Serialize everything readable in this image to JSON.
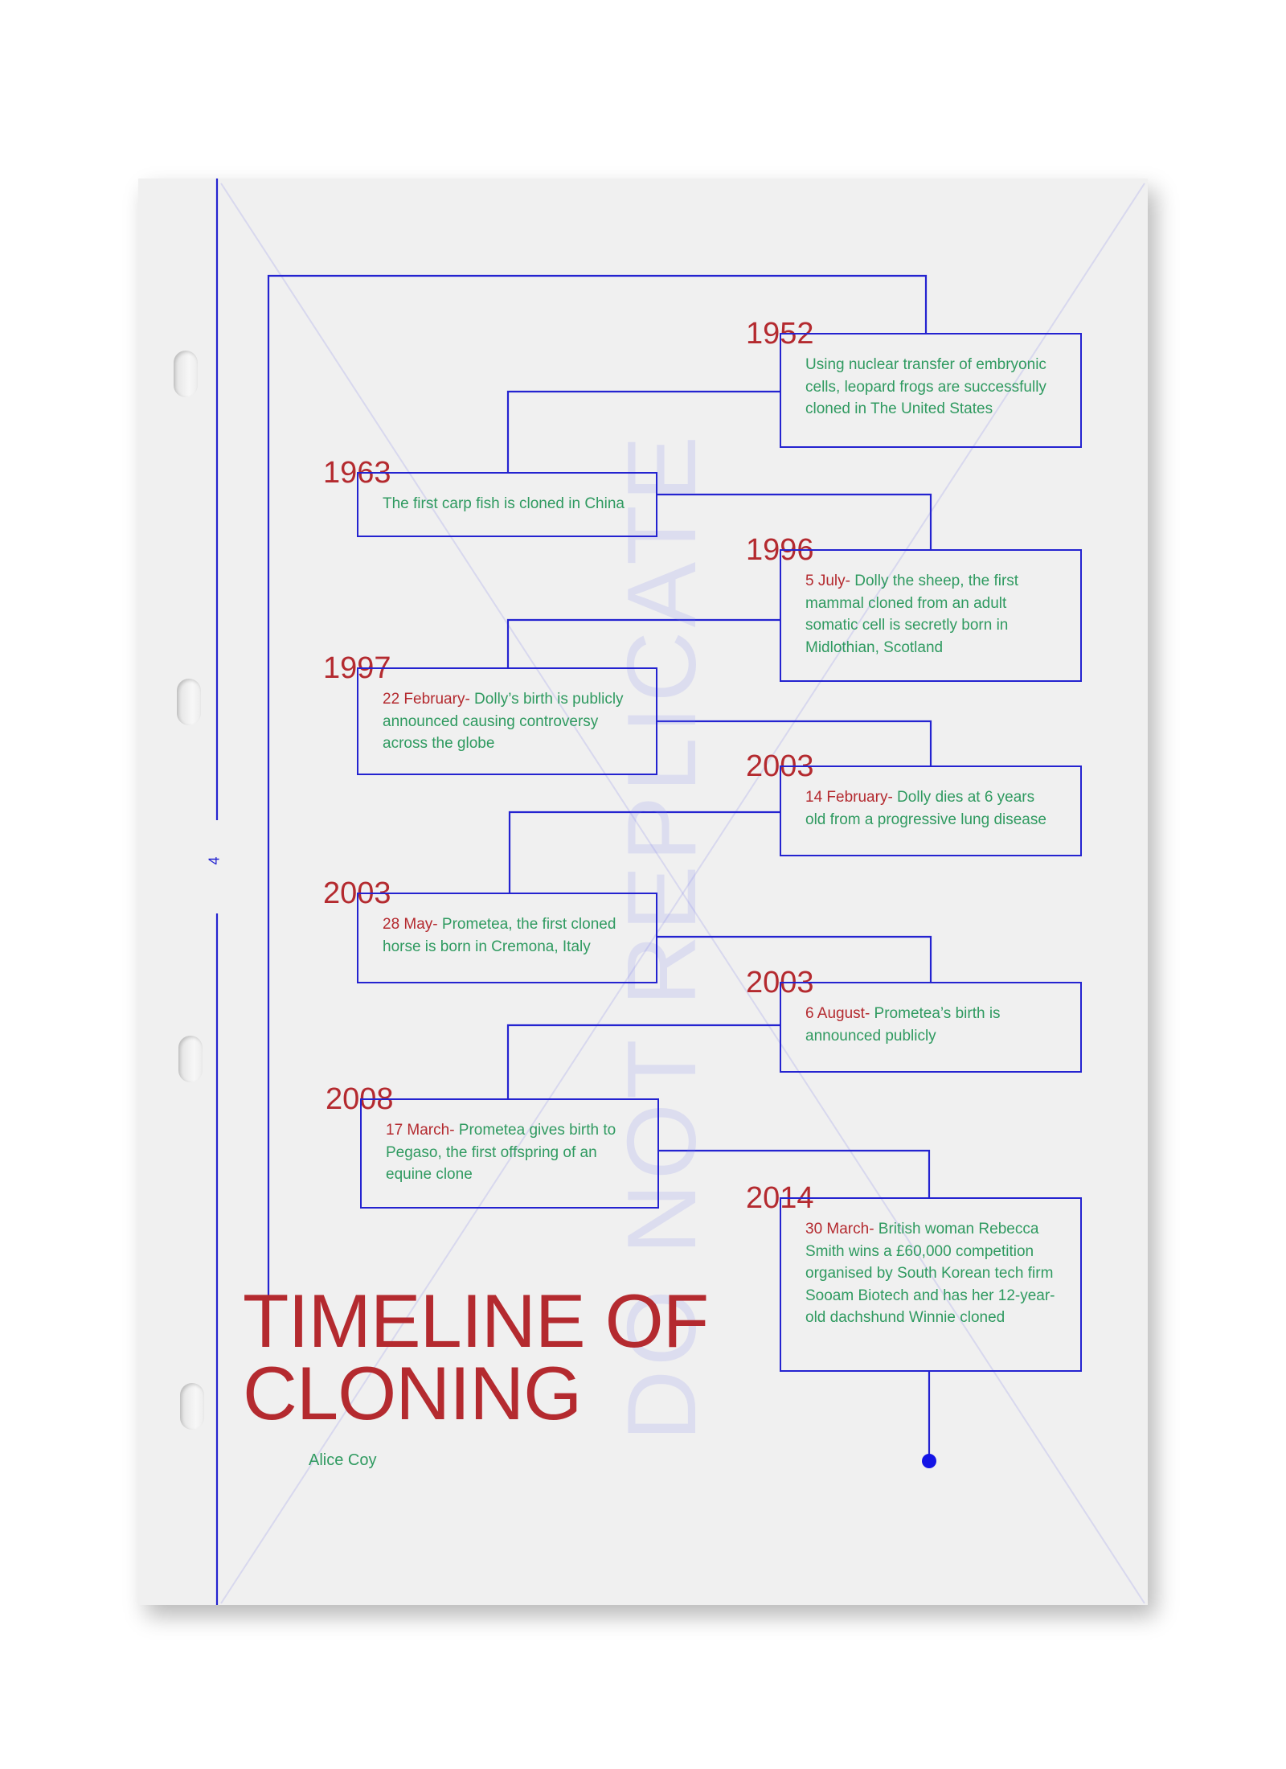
{
  "document": {
    "title_line1": "TIMELINE OF",
    "title_line2": "CLONING",
    "author": "Alice Coy",
    "page_number": "4",
    "watermark": "DO NOT REPLICATE"
  },
  "colors": {
    "accent_red": "#b42a2f",
    "text_green": "#2f9a60",
    "line_blue": "#2423d0",
    "paper": "#f0f0f0"
  },
  "events": [
    {
      "year": "1952",
      "date": "",
      "text": "Using nuclear transfer of embryonic cells, leopard frogs are successfully cloned in The United States"
    },
    {
      "year": "1963",
      "date": "",
      "text": "The first carp fish is cloned in China"
    },
    {
      "year": "1996",
      "date": "5 July-",
      "text": " Dolly the sheep, the first mammal cloned from an adult somatic cell is secretly born in Midlothian, Scotland"
    },
    {
      "year": "1997",
      "date": "22 February-",
      "text": " Dolly’s birth is publicly announced causing controversy across the globe"
    },
    {
      "year": "2003",
      "date": "14 February-",
      "text": " Dolly dies at 6 years old from a progressive lung disease"
    },
    {
      "year": "2003",
      "date": "28 May-",
      "text": " Prometea, the first cloned horse is born in Cremona, Italy"
    },
    {
      "year": "2003",
      "date": "6 August-",
      "text": " Prometea’s birth is announced publicly"
    },
    {
      "year": "2008",
      "date": "17 March-",
      "text": " Prometea gives birth to Pegaso, the first offspring of an equine clone"
    },
    {
      "year": "2014",
      "date": "30 March-",
      "text": " British woman Rebecca Smith wins a £60,000 competition organised by South Korean tech firm Sooam Biotech and has her 12-year-old dachshund Winnie cloned"
    }
  ]
}
